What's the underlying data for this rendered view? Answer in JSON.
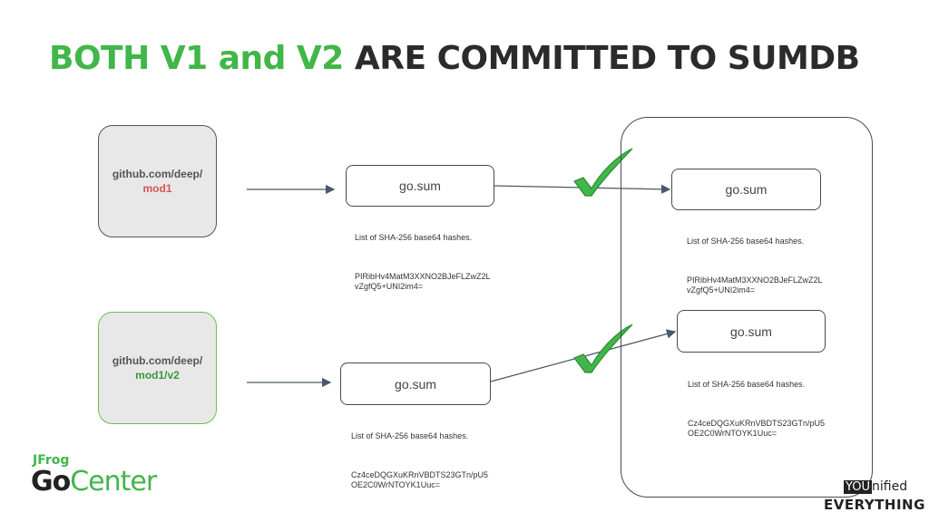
{
  "title": {
    "accent": "BOTH V1 and V2",
    "rest": "ARE COMMITTED TO SUMDB"
  },
  "modules": [
    {
      "path": "github.com/deep/",
      "name": "mod1"
    },
    {
      "path": "github.com/deep/",
      "name": "mod1/v2"
    }
  ],
  "sum_label": "go.sum",
  "hash_header": "List of SHA-256 base64 hashes.",
  "hash_v1": "PIRibHv4MatM3XXNO2BJeFLZwZ2L\nvZgfQ5+UNI2im4=",
  "hash_v2": "Cz4ceDQGXuKRnVBDTS23GTn/pU5\nOE2C0WrNTOYK1Uuc=",
  "logos": {
    "jfrog": "JFrog",
    "go": "Go",
    "center": "Center",
    "you": "YOU",
    "nified": "nified",
    "everything": "EVERYTHING"
  },
  "colors": {
    "accent": "#41b649",
    "mod1": "#d9534f",
    "mod2": "#3a9a3a"
  }
}
